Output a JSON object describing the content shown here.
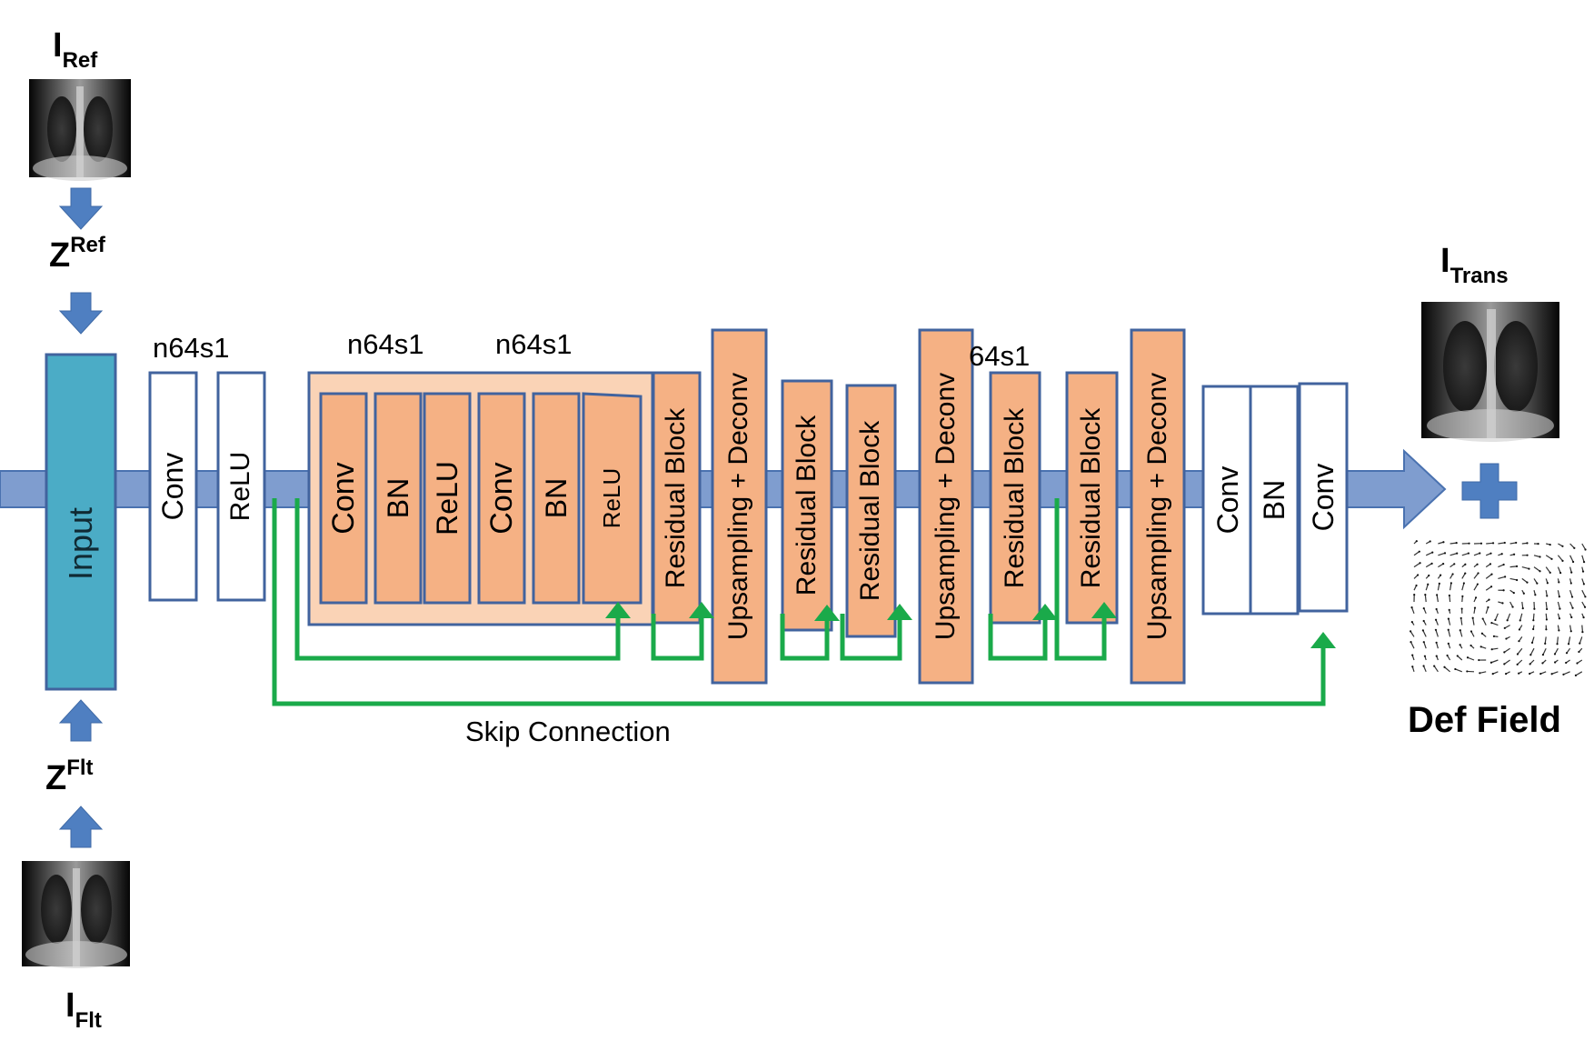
{
  "labels": {
    "i_ref": {
      "base": "I",
      "sub": "Ref"
    },
    "z_ref": {
      "base": "Z",
      "sup": "Ref"
    },
    "z_flt": {
      "base": "Z",
      "sup": "Flt"
    },
    "i_flt": {
      "base": "I",
      "sub": "Flt"
    },
    "i_trans": {
      "base": "I",
      "sub": "Trans"
    },
    "def_field": "Def Field",
    "skip_connection": "Skip Connection",
    "plus": "+"
  },
  "headers": {
    "h1": "n64s1",
    "h2": "n64s1",
    "h3": "n64s1",
    "h4": "64s1"
  },
  "blocks": {
    "input": "Input",
    "conv1": "Conv",
    "relu1": "ReLU",
    "res_conv1": "Conv",
    "res_bn1": "BN",
    "res_relu1": "ReLU",
    "res_conv2": "Conv",
    "res_bn2": "BN",
    "res_relu2": "ReLU",
    "residual_block_1": "Residual Block",
    "upsampling_1": "Upsampling + Deconv",
    "residual_block_2": "Residual Block",
    "residual_block_3": "Residual Block",
    "upsampling_2": "Upsampling + Deconv",
    "residual_block_4": "Residual Block",
    "residual_block_5": "Residual Block",
    "upsampling_3": "Upsampling + Deconv",
    "final_conv1": "Conv",
    "final_bn": "BN",
    "final_conv2": "Conv"
  },
  "colors": {
    "pipe": "#7f9dcf",
    "pipe_border": "#4a72b0",
    "arrow": "#4f7fc1",
    "input_fill": "#4bacc6",
    "block_border": "#41639e",
    "orange": "#f5b184",
    "orange_light": "#fad3b6",
    "skip": "#1aaa4a"
  }
}
